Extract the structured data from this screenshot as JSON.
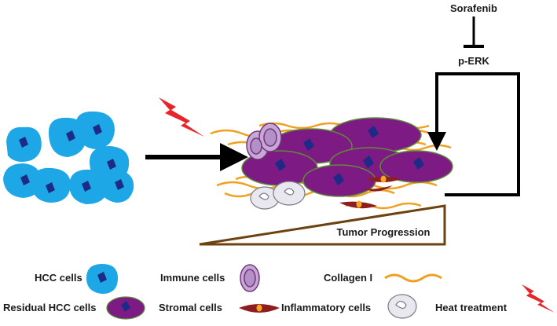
{
  "regulation": {
    "drug": "Sorafenib",
    "target": "p-ERK"
  },
  "progression_label": "Tumor Progression",
  "legend": [
    {
      "label": "HCC cells",
      "icon": "hcc-cell-icon"
    },
    {
      "label": "Immune cells",
      "icon": "immune-cell-icon"
    },
    {
      "label": "Collagen I",
      "icon": "collagen-fiber-icon"
    },
    {
      "label": "Residual HCC cells",
      "icon": "residual-hcc-cell-icon"
    },
    {
      "label": "Stromal cells",
      "icon": "stromal-cell-icon"
    },
    {
      "label": "Inflammatory cells",
      "icon": "inflammatory-cell-icon"
    },
    {
      "label": "Heat treatment",
      "icon": "lightning-bolt-icon"
    }
  ],
  "colors": {
    "hcc_cell": "#1ea7e6",
    "hcc_nucleus": "#1d2b86",
    "residual_cell": "#7e1a83",
    "residual_outline": "#5f8a3a",
    "immune_cell": "#c9a6d6",
    "immune_outline": "#6a3a7a",
    "stromal_cell": "#8e1d1d",
    "stromal_nucleus": "#f5a623",
    "collagen": "#f0a020",
    "inflammatory_cell": "#e8e8ee",
    "heat": "#e8242b",
    "progression_wedge": "#6b4210"
  }
}
